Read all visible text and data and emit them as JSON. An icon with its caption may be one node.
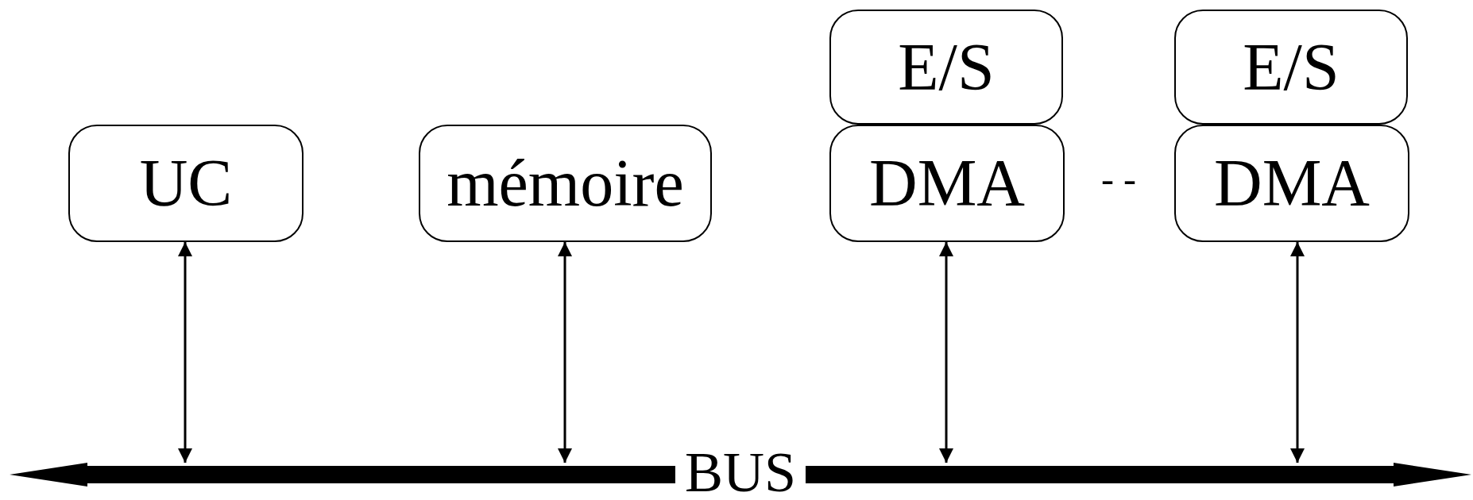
{
  "diagram": {
    "nodes": [
      {
        "text": [
          "UC"
        ]
      },
      {
        "text": [
          "mémoire"
        ]
      },
      {
        "text": [
          "E/S"
        ]
      },
      {
        "text": [
          "DMA"
        ]
      },
      {
        "text": [
          "E/S"
        ]
      },
      {
        "text": [
          "DMA"
        ]
      },
      {
        "text": [
          "BUS"
        ]
      }
    ],
    "edges": [
      {
        "from": 0,
        "to": 6,
        "arrow": "both"
      },
      {
        "from": 1,
        "to": 6,
        "arrow": "both"
      },
      {
        "from": 3,
        "to": 6,
        "arrow": "both"
      },
      {
        "from": 5,
        "to": 6,
        "arrow": "both"
      }
    ],
    "labels": [
      "- -"
    ]
  }
}
